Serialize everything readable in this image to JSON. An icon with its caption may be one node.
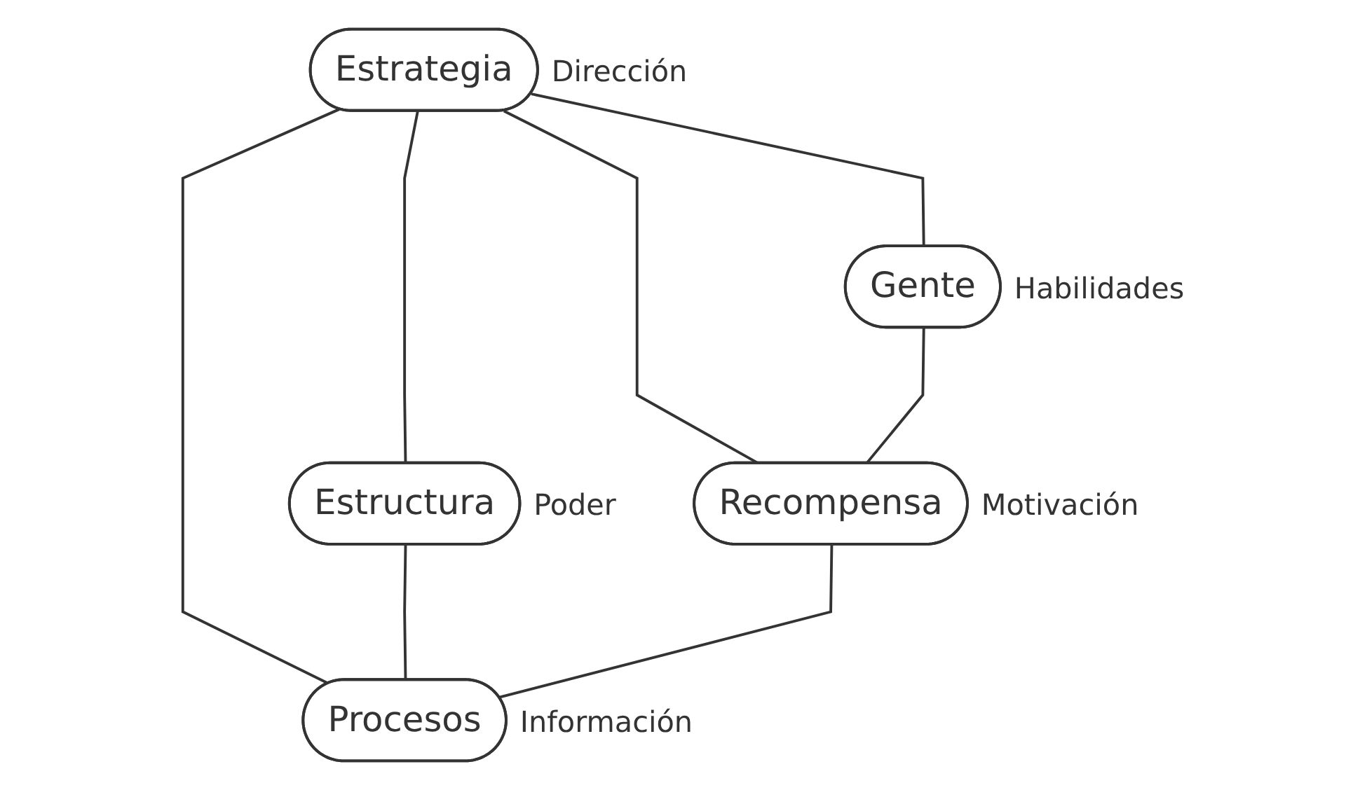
{
  "diagram": {
    "nodes": [
      {
        "text": [
          "Estrategia"
        ],
        "beside": [
          "Dirección"
        ]
      },
      {
        "text": [
          "Gente"
        ],
        "beside": [
          "Habilidades"
        ]
      },
      {
        "text": [
          "Estructura"
        ],
        "beside": [
          "Poder"
        ]
      },
      {
        "text": [
          "Recompensa"
        ],
        "beside": [
          "Motivación"
        ]
      },
      {
        "text": [
          "Procesos"
        ],
        "beside": [
          "Información"
        ]
      }
    ],
    "edges": [
      {
        "from": 0,
        "to": 1,
        "arrow": "none"
      },
      {
        "from": 0,
        "to": 2,
        "arrow": "none"
      },
      {
        "from": 0,
        "to": 3,
        "arrow": "none"
      },
      {
        "from": 0,
        "to": 4,
        "arrow": "none"
      },
      {
        "from": 1,
        "to": 3,
        "arrow": "none"
      },
      {
        "from": 2,
        "to": 4,
        "arrow": "none"
      },
      {
        "from": 3,
        "to": 4,
        "arrow": "none"
      }
    ]
  }
}
